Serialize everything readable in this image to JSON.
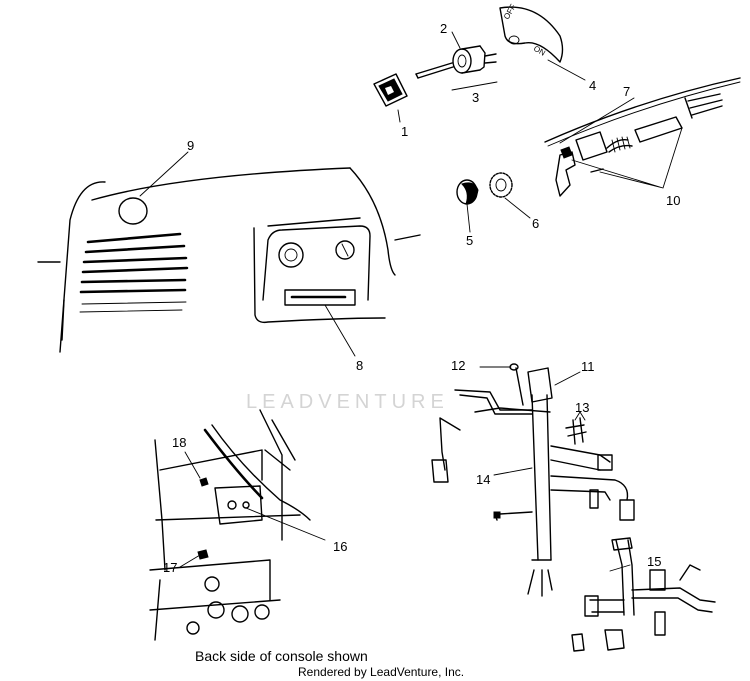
{
  "callouts": {
    "c1": "1",
    "c2": "2",
    "c3": "3",
    "c4": "4",
    "c5": "5",
    "c6": "6",
    "c7": "7",
    "c8": "8",
    "c9": "9",
    "c10": "10",
    "c11": "11",
    "c12": "12",
    "c13": "13",
    "c14": "14",
    "c15": "15",
    "c16": "16",
    "c17": "17",
    "c18": "18"
  },
  "switch_labels": {
    "off": "OFF",
    "on": "ON"
  },
  "caption": "Back side of console shown",
  "credit": "Rendered by LeadVenture, Inc.",
  "watermark": "LEADVENTURE"
}
